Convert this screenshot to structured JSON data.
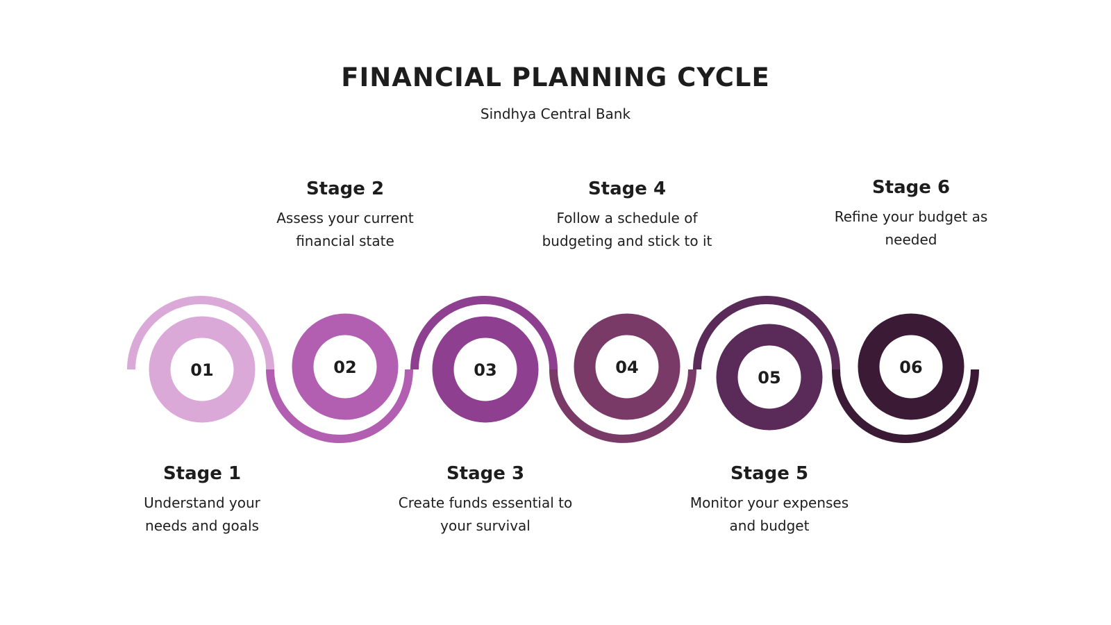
{
  "header": {
    "title": "FINANCIAL PLANNING CYCLE",
    "subtitle": "Sindhya Central Bank"
  },
  "stages": [
    {
      "number": "01",
      "title": "Stage 1",
      "desc_line1": "Understand your",
      "desc_line2": "needs and goals",
      "color": "#dba9d8"
    },
    {
      "number": "02",
      "title": "Stage 2",
      "desc_line1": "Assess your current",
      "desc_line2": "financial state",
      "color": "#b35fb1"
    },
    {
      "number": "03",
      "title": "Stage 3",
      "desc_line1": "Create funds essential to",
      "desc_line2": "your survival",
      "color": "#8e3f8f"
    },
    {
      "number": "04",
      "title": "Stage 4",
      "desc_line1": "Follow a schedule of",
      "desc_line2": "budgeting and stick to it",
      "color": "#7a3a68"
    },
    {
      "number": "05",
      "title": "Stage 5",
      "desc_line1": "Monitor your expenses",
      "desc_line2": "and budget",
      "color": "#5a2a58"
    },
    {
      "number": "06",
      "title": "Stage 6",
      "desc_line1": "Refine your budget as",
      "desc_line2": "needed",
      "color": "#3a1a34"
    }
  ]
}
